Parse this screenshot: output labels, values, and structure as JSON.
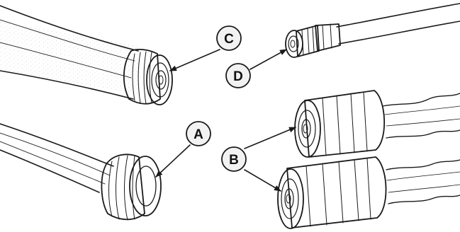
{
  "callouts": {
    "a": "A",
    "b": "B",
    "c": "C",
    "d": "D"
  },
  "colors": {
    "ink": "#1a1a1a",
    "paper": "#ffffff",
    "callout_fill": "#f2f2f2"
  }
}
